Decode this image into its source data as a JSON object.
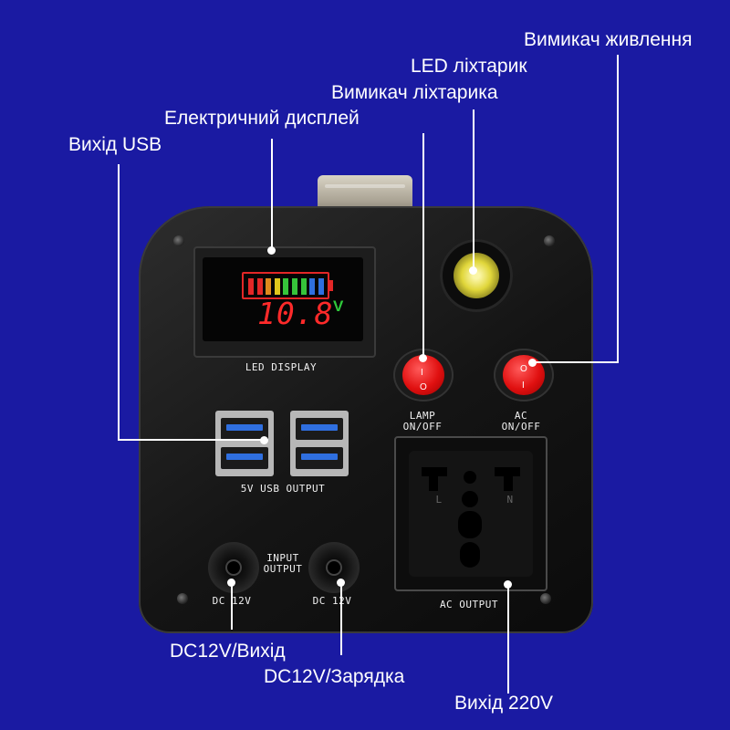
{
  "labels": {
    "power_switch": "Вимикач живлення",
    "led_flashlight": "LED ліхтарик",
    "flashlight_switch": "Вимикач ліхтарика",
    "electric_display": "Електричний дисплей",
    "usb_output": "Вихід USB",
    "dc_output": "DC12V/Вихід",
    "dc_charging": "DC12V/Зарядка",
    "output_220v": "Вихід 220V"
  },
  "panel": {
    "display_title": "LED DISPLAY",
    "voltage_reading": "10.8",
    "voltage_unit": "V",
    "battery_level_segments": 9,
    "battery_segment_colors": [
      "#e42727",
      "#e42727",
      "#e08a1c",
      "#e0c81c",
      "#36c43a",
      "#36c43a",
      "#36c43a",
      "#2f6fe0",
      "#2f6fe0"
    ],
    "usb_title": "5V USB OUTPUT",
    "lamp_switch_title": "LAMP\nON/OFF",
    "ac_switch_title": "AC\nON/OFF",
    "rocker_on_mark": "I",
    "rocker_off_mark": "O",
    "io_title": "INPUT\nOUTPUT",
    "dc_left_label": "DC 12V",
    "dc_right_label": "DC 12V",
    "ac_output_title": "AC OUTPUT",
    "socket_mark_left": "L",
    "socket_mark_right": "N"
  },
  "colors": {
    "background": "#1a1aa2",
    "callout_text": "#ffffff",
    "readout": "#ff2a2a",
    "volt_unit": "#2fc93b",
    "rocker_red": "#e01010",
    "lamp_yellow": "#e0d63a",
    "usb_blue": "#2f6fe0"
  }
}
